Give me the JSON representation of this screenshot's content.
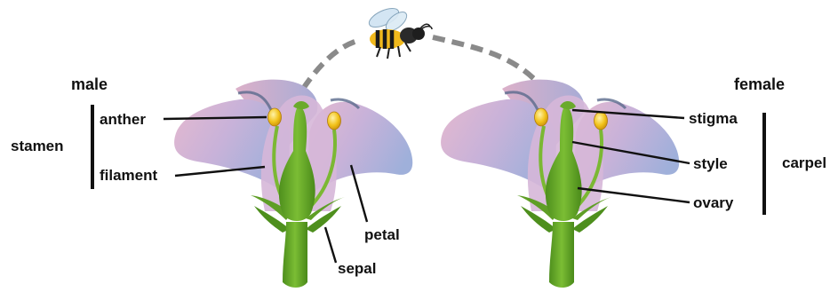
{
  "labels": {
    "male": "male",
    "female": "female",
    "stamen": "stamen",
    "carpel": "carpel",
    "anther": "anther",
    "filament": "filament",
    "petal": "petal",
    "sepal": "sepal",
    "stigma": "stigma",
    "style": "style",
    "ovary": "ovary"
  },
  "icons": [
    "bee-icon",
    "male-flower-icon",
    "female-flower-icon",
    "pollination-path"
  ],
  "colors": {
    "petal_pink": "#e2b8cf",
    "petal_lavender": "#b4a9d8",
    "petal_blue": "#9eb0da",
    "green": "#6aaa2c",
    "dark_green": "#3f7f16",
    "anther_yellow": "#f3c21c",
    "dash_gray": "#8a8a8a"
  }
}
